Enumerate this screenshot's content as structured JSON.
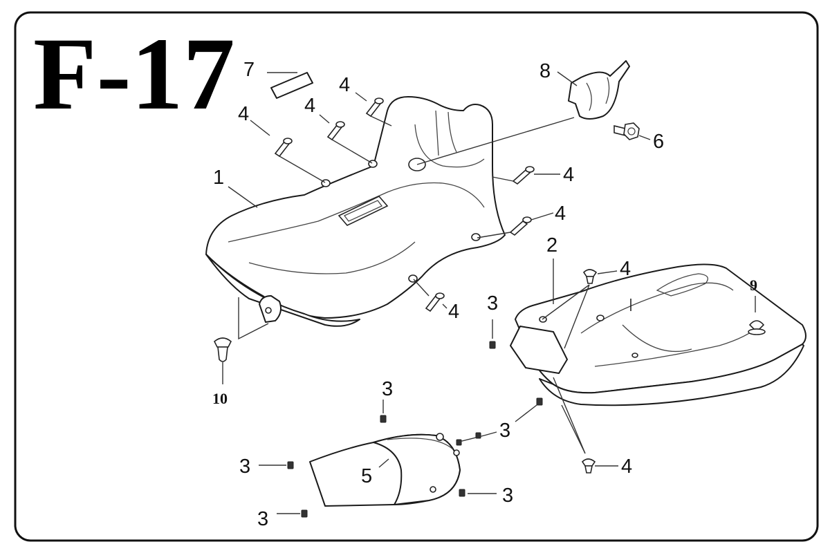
{
  "diagram": {
    "page_label": "F-17",
    "callouts": [
      {
        "id": "c7",
        "text": "7"
      },
      {
        "id": "c8",
        "text": "8"
      },
      {
        "id": "c6",
        "text": "6"
      },
      {
        "id": "c4a",
        "text": "4"
      },
      {
        "id": "c4b",
        "text": "4"
      },
      {
        "id": "c4c",
        "text": "4"
      },
      {
        "id": "c4d",
        "text": "4"
      },
      {
        "id": "c4e",
        "text": "4"
      },
      {
        "id": "c4f",
        "text": "4"
      },
      {
        "id": "c4g",
        "text": "4"
      },
      {
        "id": "c4h",
        "text": "4"
      },
      {
        "id": "c1",
        "text": "1"
      },
      {
        "id": "c2",
        "text": "2"
      },
      {
        "id": "c9",
        "text": "9"
      },
      {
        "id": "c10",
        "text": "10"
      },
      {
        "id": "c3a",
        "text": "3"
      },
      {
        "id": "c3b",
        "text": "3"
      },
      {
        "id": "c3c",
        "text": "3"
      },
      {
        "id": "c3d",
        "text": "3"
      },
      {
        "id": "c3e",
        "text": "3"
      },
      {
        "id": "c3f",
        "text": "3"
      },
      {
        "id": "c5",
        "text": "5"
      }
    ]
  }
}
